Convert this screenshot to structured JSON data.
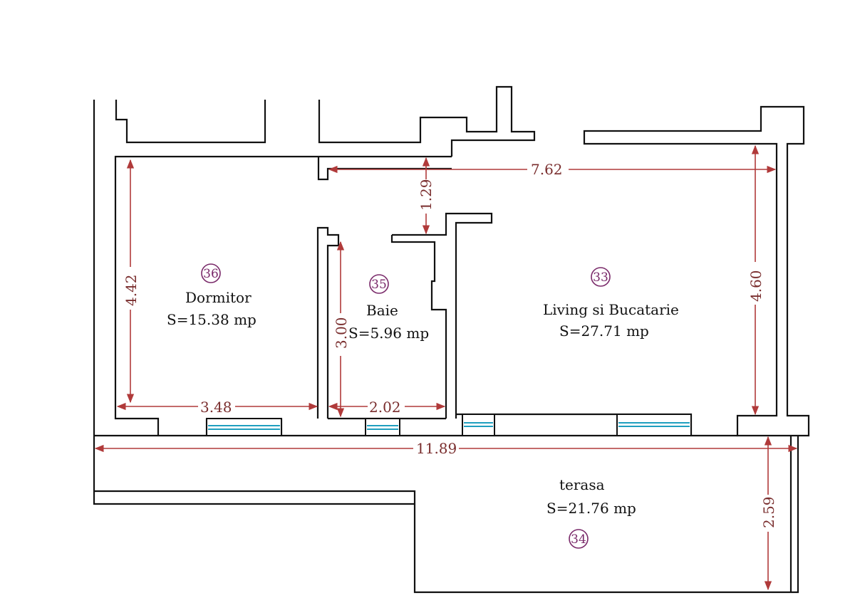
{
  "rooms": [
    {
      "id": "dormitor",
      "number": "36",
      "name": "Dormitor",
      "area": "S=15.38 mp"
    },
    {
      "id": "baie",
      "number": "35",
      "name": "Baie",
      "area": "S=5.96 mp"
    },
    {
      "id": "living",
      "number": "33",
      "name": "Living si Bucatarie",
      "area": "S=27.71 mp"
    },
    {
      "id": "terasa",
      "number": "34",
      "name": "terasa",
      "area": "S=21.76 mp"
    }
  ],
  "dimensions": {
    "dormitor_height": "4.42",
    "dormitor_width": "3.48",
    "baie_height": "3.00",
    "baie_width": "2.02",
    "living_offset": "1.29",
    "living_width": "7.62",
    "living_height": "4.60",
    "total_width": "11.89",
    "terasa_depth": "2.59"
  },
  "colors": {
    "walls": "#111111",
    "dimensions": "#b03a3a",
    "room_numbers": "#7a2a6a",
    "window_glass": "#1f9fbf"
  }
}
